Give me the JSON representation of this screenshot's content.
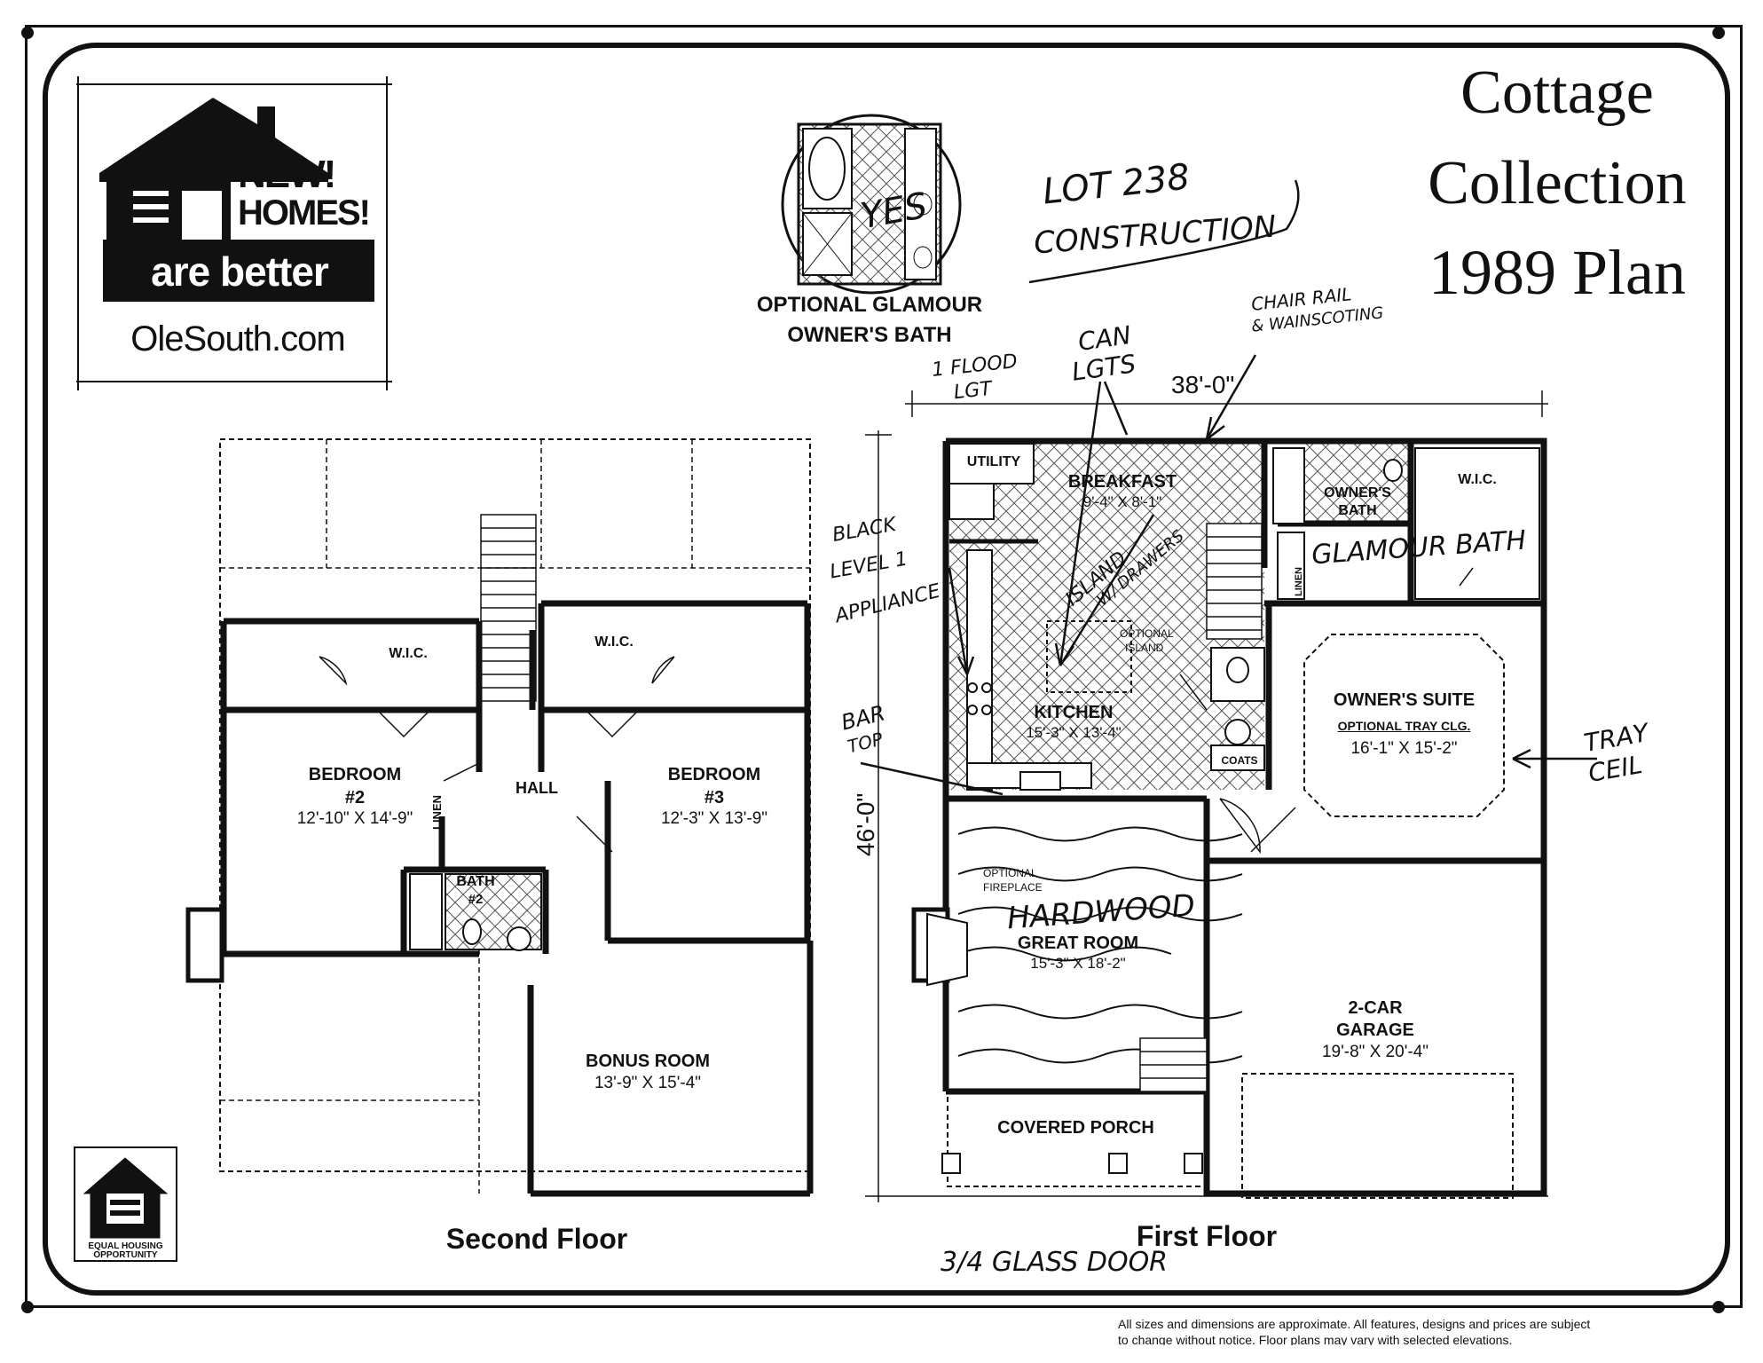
{
  "logo": {
    "line1": "NEW!",
    "line2": "HOMES!",
    "tagline": "are better",
    "website": "OleSouth.com"
  },
  "collection": {
    "line1": "Cottage",
    "line2": "Collection",
    "line3": "1989 Plan"
  },
  "inset": {
    "label_line1": "OPTIONAL GLAMOUR",
    "label_line2": "OWNER'S BATH"
  },
  "handwritten": {
    "lot": "LOT 238",
    "construction": "CONSTRUCTION",
    "yes": "YES",
    "chair_rail": "CHAIR RAIL",
    "wainscoting": "& WAINSCOTING",
    "can_lgts_1": "CAN",
    "can_lgts_2": "LGTS",
    "flood_1": "1 FLOOD",
    "flood_2": "LGT",
    "black_1": "BLACK",
    "black_2": "LEVEL 1",
    "black_3": "APPLIANCE",
    "island_1": "ISLAND",
    "island_2": "W/ DRAWERS",
    "bar_1": "BAR",
    "bar_2": "TOP",
    "glamour": "GLAMOUR BATH",
    "tray_1": "TRAY",
    "tray_2": "CEIL",
    "hardwood": "HARDWOOD",
    "glass_door": "3/4 GLASS DOOR"
  },
  "second_floor": {
    "title": "Second Floor",
    "wic1": "W.I.C.",
    "wic2": "W.I.C.",
    "bedroom2_name": "BEDROOM",
    "bedroom2_num": "#2",
    "bedroom2_dim": "12'-10\" X 14'-9\"",
    "hall": "HALL",
    "bedroom3_name": "BEDROOM",
    "bedroom3_num": "#3",
    "bedroom3_dim": "12'-3\" X 13'-9\"",
    "linen": "LINEN",
    "bath_name": "BATH",
    "bath_num": "#2",
    "bonus_name": "BONUS ROOM",
    "bonus_dim": "13'-9\" X 15'-4\""
  },
  "first_floor": {
    "title": "First Floor",
    "width_dim": "38'-0\"",
    "depth_dim": "46'-0\"",
    "utility": "UTILITY",
    "breakfast_name": "BREAKFAST",
    "breakfast_dim": "9'-4\" X 8'-1\"",
    "owners_bath_1": "OWNER'S",
    "owners_bath_2": "BATH",
    "wic": "W.I.C.",
    "linen": "LINEN",
    "optional_island_1": "OPTIONAL",
    "optional_island_2": "ISLAND",
    "kitchen_name": "KITCHEN",
    "kitchen_dim": "15'-3\" X 13'-4\"",
    "owners_suite_name": "OWNER'S SUITE",
    "owners_suite_sub": "OPTIONAL TRAY CLG.",
    "owners_suite_dim": "16'-1\" X 15'-2\"",
    "coats": "COATS",
    "optional_fireplace_1": "OPTIONAL",
    "optional_fireplace_2": "FIREPLACE",
    "great_room_name": "GREAT ROOM",
    "great_room_dim": "15'-3\" X 18'-2\"",
    "garage_1": "2-CAR",
    "garage_2": "GARAGE",
    "garage_dim": "19'-8\" X 20'-4\"",
    "porch": "COVERED PORCH"
  },
  "equal_housing": {
    "line1": "EQUAL HOUSING",
    "line2": "OPPORTUNITY"
  },
  "disclaimer": {
    "line1": "All sizes and dimensions are approximate. All features, designs and prices are subject",
    "line2": "to change without notice.  Floor plans may vary with selected elevations."
  }
}
